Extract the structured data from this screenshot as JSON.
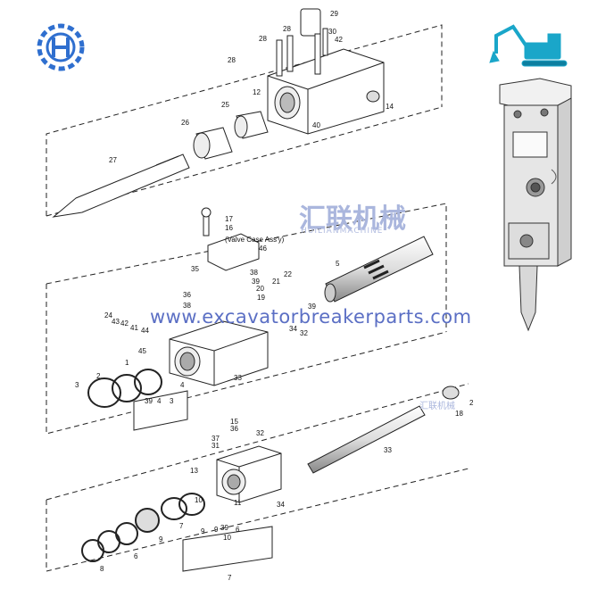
{
  "watermark": {
    "url": "www.excavatorbreakerparts.com",
    "brand_cn": "汇联机械",
    "brand_en": "HUILIANMACHINE",
    "brand_cn_small": "汇联机械"
  },
  "annotations": {
    "valve_case": "(Valve Case Ass'y)"
  },
  "part_labels": [
    "29",
    "28",
    "28",
    "30",
    "42",
    "28",
    "12",
    "14",
    "25",
    "26",
    "27",
    "40",
    "17",
    "16",
    "46",
    "35",
    "5",
    "38",
    "39",
    "22",
    "21",
    "20",
    "19",
    "36",
    "38",
    "39",
    "24",
    "43",
    "42",
    "41",
    "44",
    "45",
    "34",
    "32",
    "33",
    "1",
    "2",
    "3",
    "4",
    "39",
    "4",
    "3",
    "2",
    "18",
    "15",
    "36",
    "37",
    "31",
    "32",
    "33",
    "13",
    "34",
    "11",
    "39",
    "10",
    "7",
    "6",
    "8",
    "9",
    "10",
    "9",
    "9",
    "6",
    "7",
    "10"
  ],
  "colors": {
    "line": "#222222",
    "watermark_blue": "#5b6fc4",
    "logo_blue": "#2f6fcf",
    "excavator_cyan": "#1aa6c9"
  }
}
